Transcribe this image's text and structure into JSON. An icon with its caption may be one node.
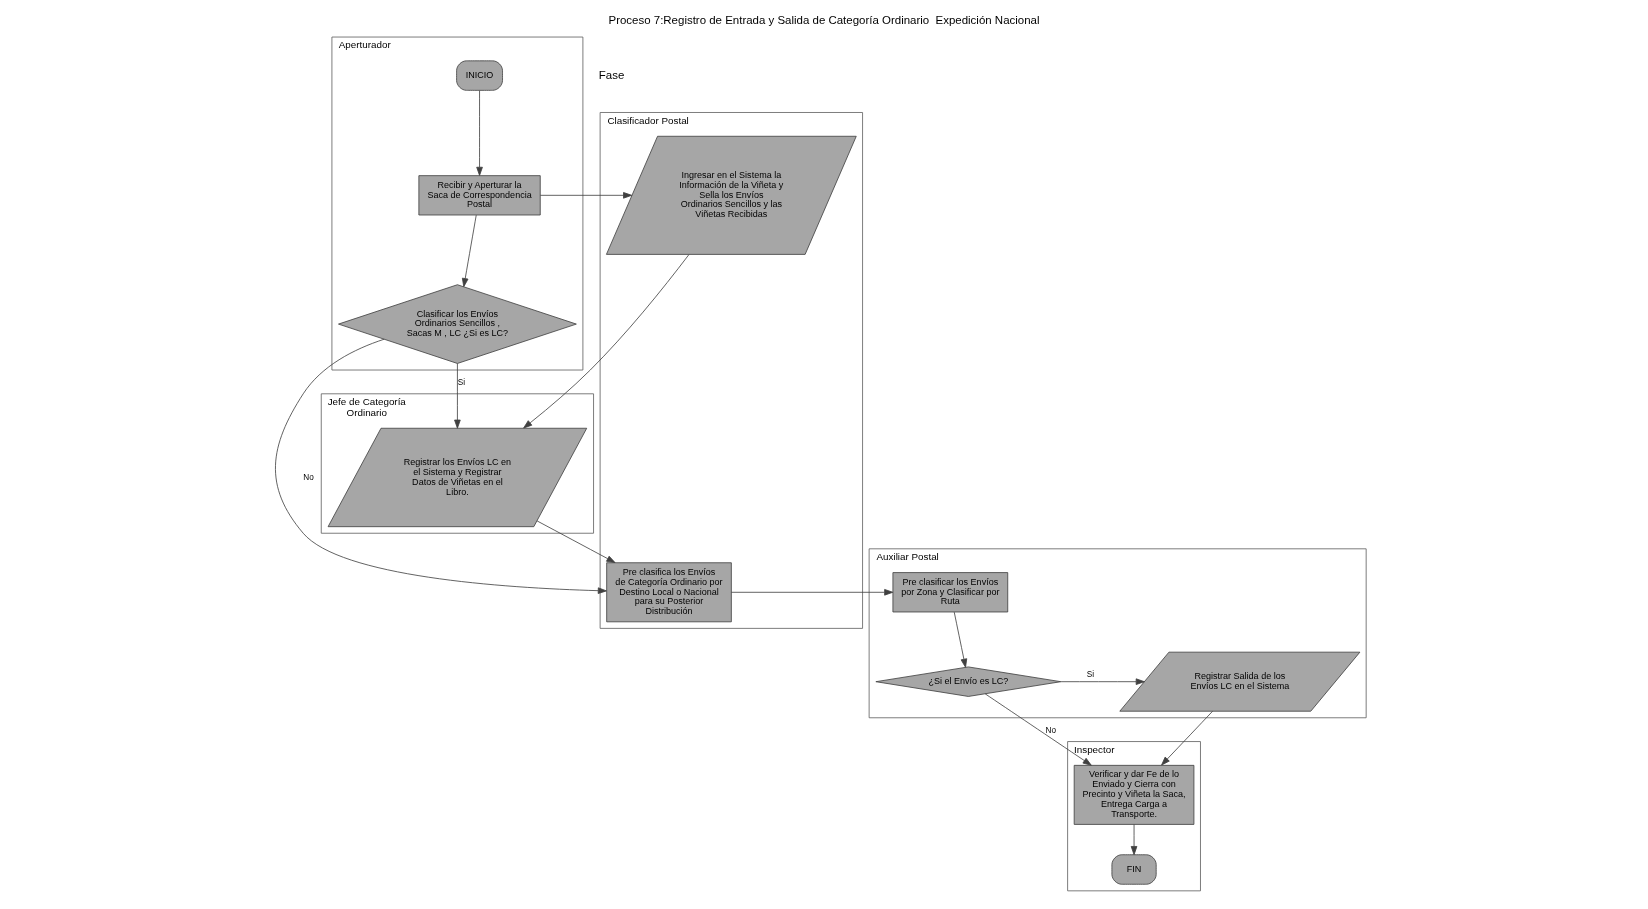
{
  "diagram": {
    "title": "Proceso 7:Registro de Entrada y Salida de Categoría Ordinario  Expedición Nacional",
    "nodes": [
      {
        "text": [
          "Aperturador"
        ]
      },
      {
        "text": [
          "Clasificador Postal"
        ]
      },
      {
        "text": [
          "Jefe de Categoría Ordinario"
        ]
      },
      {
        "text": [
          "Auxiliar Postal"
        ]
      },
      {
        "text": [
          "Inspector"
        ]
      },
      {
        "text": [
          "INICIO"
        ],
        "in": 0
      },
      {
        "text": [
          "Recibir y Aperturar la Saca de Correspondencia Postal"
        ],
        "in": 0
      },
      {
        "text": [
          "Clasificar los Envíos Ordinarios Sencillos , Sacas M , LC ¿Si es LC?"
        ],
        "in": 0
      },
      {
        "text": [
          "Ingresar en el Sistema la Información de la Viñeta y Sella los Envíos Ordinarios Sencillos y las Viñetas Recibidas"
        ],
        "in": 1
      },
      {
        "text": [
          "Pre clasifica los Envíos de Categoría Ordinario por Destino Local o Nacional para su Posterior Distribución"
        ],
        "in": 1
      },
      {
        "text": [
          "Registrar los Envíos LC en el Sistema y Registrar Datos de Viñetas en el Libro."
        ],
        "in": 2
      },
      {
        "text": [
          "Pre clasificar los Envíos  por Zona y Clasificar por Ruta"
        ],
        "in": 3
      },
      {
        "text": [
          "¿Si el Envío es LC?"
        ],
        "in": 3
      },
      {
        "text": [
          "Registrar Salida de los Envíos LC en el Sistema"
        ],
        "in": 3
      },
      {
        "text": [
          "Verificar y dar Fe de lo Enviado y Cierra con Precinto y Viñeta la Saca, Entrega Carga a Transporte."
        ],
        "in": 4
      },
      {
        "text": [
          "FIN"
        ],
        "in": 4
      }
    ],
    "edges": [
      {
        "from": 5,
        "to": 6,
        "arrow": "to"
      },
      {
        "from": 6,
        "to": 8,
        "arrow": "to"
      },
      {
        "from": 6,
        "to": 7,
        "arrow": "to"
      },
      {
        "from": 7,
        "to": 10,
        "arrow": "to",
        "label": "Si"
      },
      {
        "from": 7,
        "to": 9,
        "arrow": "to",
        "label": "No"
      },
      {
        "from": 8,
        "to": 10,
        "arrow": "to"
      },
      {
        "from": 10,
        "to": 9,
        "arrow": "to"
      },
      {
        "from": 9,
        "to": 11,
        "arrow": "to"
      },
      {
        "from": 11,
        "to": 12,
        "arrow": "to"
      },
      {
        "from": 12,
        "to": 13,
        "arrow": "to",
        "label": "Si"
      },
      {
        "from": 13,
        "to": 14,
        "arrow": "to"
      },
      {
        "from": 12,
        "to": 14,
        "arrow": "to",
        "label": "No"
      },
      {
        "from": 14,
        "to": 15,
        "arrow": "to"
      }
    ],
    "labels": [
      "Fase"
    ]
  }
}
